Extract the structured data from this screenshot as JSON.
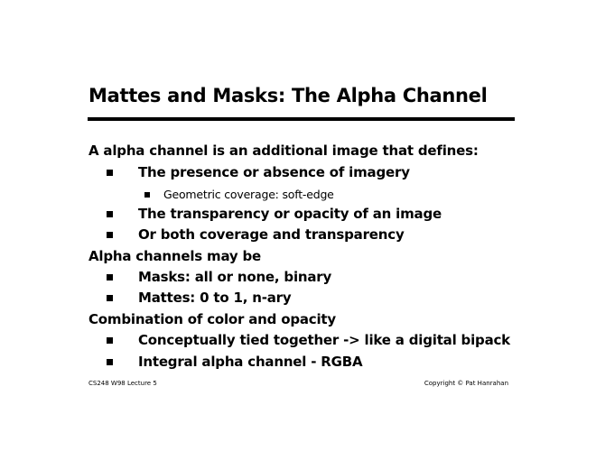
{
  "title": "Mattes and Masks: The Alpha Channel",
  "lines": [
    {
      "level": 0,
      "text": "A alpha channel is an additional image that defines:"
    },
    {
      "level": 1,
      "text": "The presence or absence of imagery"
    },
    {
      "level": 2,
      "text": "Geometric coverage: soft-edge"
    },
    {
      "level": 1,
      "text": "The transparency or opacity of an image"
    },
    {
      "level": 1,
      "text": "Or both coverage and transparency"
    },
    {
      "level": 0,
      "text": "Alpha channels may be"
    },
    {
      "level": 1,
      "text": "Masks: all or none, binary"
    },
    {
      "level": 1,
      "text": "Mattes: 0 to 1, n-ary"
    },
    {
      "level": 0,
      "text": "Combination of color and opacity"
    },
    {
      "level": 1,
      "text": "Conceptually tied together -> like a digital bipack"
    },
    {
      "level": 1,
      "text": "Integral alpha channel - RGBA"
    }
  ],
  "footer": {
    "left": "CS248 W98 Lecture 5",
    "right": "Copyright © Pat Hanrahan"
  }
}
